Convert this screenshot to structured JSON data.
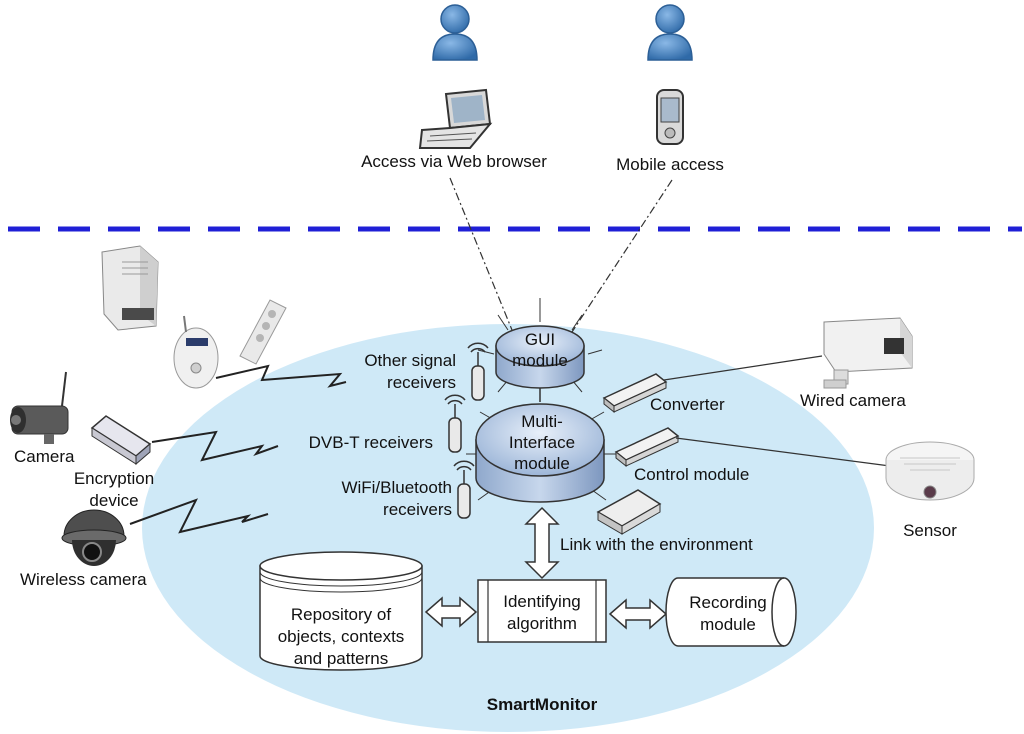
{
  "users": {
    "web": "Access via Web browser",
    "mobile": "Mobile access"
  },
  "modules": {
    "gui": [
      "GUI",
      "module"
    ],
    "multi": [
      "Multi-",
      "Interface",
      "module"
    ],
    "converter": "Converter",
    "control": "Control module",
    "link": "Link with the environment"
  },
  "receivers": {
    "other": [
      "Other signal",
      "receivers"
    ],
    "dvbt": "DVB-T receivers",
    "wifi": [
      "WiFi/Bluetooth",
      "receivers"
    ]
  },
  "devices": {
    "camera": "Camera",
    "encryption": [
      "Encryption",
      "device"
    ],
    "wireless_camera": "Wireless camera",
    "wired_camera": "Wired camera",
    "sensor": "Sensor"
  },
  "processing": {
    "repository": [
      "Repository of",
      "objects, contexts",
      "and patterns"
    ],
    "algorithm": [
      "Identifying",
      "algorithm"
    ],
    "recording": [
      "Recording",
      "module"
    ]
  },
  "system_name": "SmartMonitor",
  "colors": {
    "ellipse": "#cfe9f7",
    "divider": "#1f1fd6",
    "cylinder": "#b8cce6",
    "person": "#4a86c6"
  }
}
